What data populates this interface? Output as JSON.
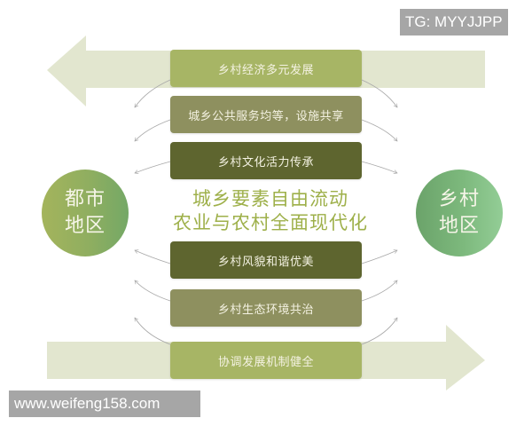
{
  "watermarks": {
    "top_right": "TG: MYYJJPP",
    "bottom_left": "www.weifeng158.com"
  },
  "circles": {
    "left": {
      "line1": "都市",
      "line2": "地区"
    },
    "right": {
      "line1": "乡村",
      "line2": "地区"
    }
  },
  "center": {
    "line1": "城乡要素自由流动",
    "line2": "农业与农村全面现代化"
  },
  "boxes": [
    {
      "label": "乡村经济多元发展",
      "color": "#a7b565"
    },
    {
      "label": "城乡公共服务均等，设施共享",
      "color": "#8e905f"
    },
    {
      "label": "乡村文化活力传承",
      "color": "#5e652f"
    },
    {
      "label": "乡村风貌和谐优美",
      "color": "#5e652f"
    },
    {
      "label": "乡村生态环境共治",
      "color": "#8e905f"
    },
    {
      "label": "协调发展机制健全",
      "color": "#a7b565"
    }
  ],
  "arrows": {
    "top": {
      "direction": "left",
      "color": "#e2e6cf"
    },
    "bottom": {
      "direction": "right",
      "color": "#e2e6cf"
    }
  },
  "colors": {
    "circle_left_from": "#a4b45c",
    "circle_left_to": "#78a965",
    "circle_right_from": "#6ea56b",
    "circle_right_to": "#8fcb93",
    "center_text": "#9eb04a",
    "connector": "#a9a9a9"
  }
}
